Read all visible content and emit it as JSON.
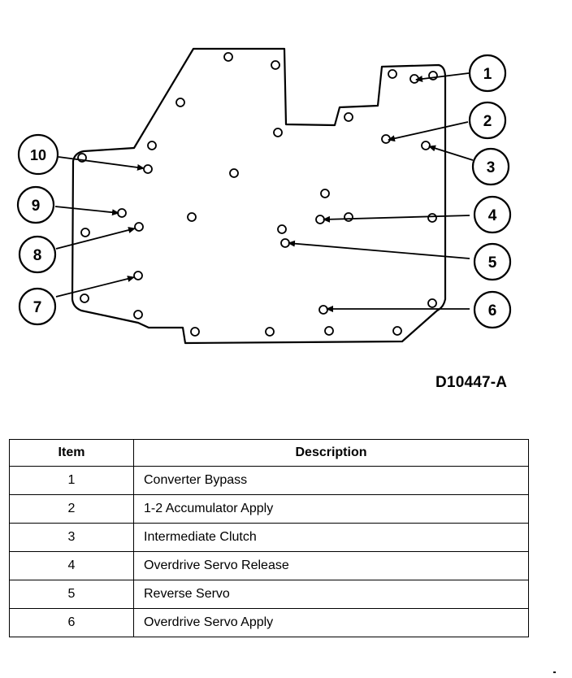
{
  "figure_id": "D10447-A",
  "callouts": [
    "1",
    "2",
    "3",
    "4",
    "5",
    "6",
    "7",
    "8",
    "9",
    "10"
  ],
  "table": {
    "headers": [
      "Item",
      "Description"
    ],
    "rows": [
      {
        "item": "1",
        "description": "Converter Bypass"
      },
      {
        "item": "2",
        "description": "1-2 Accumulator Apply"
      },
      {
        "item": "3",
        "description": "Intermediate Clutch"
      },
      {
        "item": "4",
        "description": "Overdrive Servo Release"
      },
      {
        "item": "5",
        "description": "Reverse Servo"
      },
      {
        "item": "6",
        "description": "Overdrive Servo Apply"
      }
    ]
  }
}
